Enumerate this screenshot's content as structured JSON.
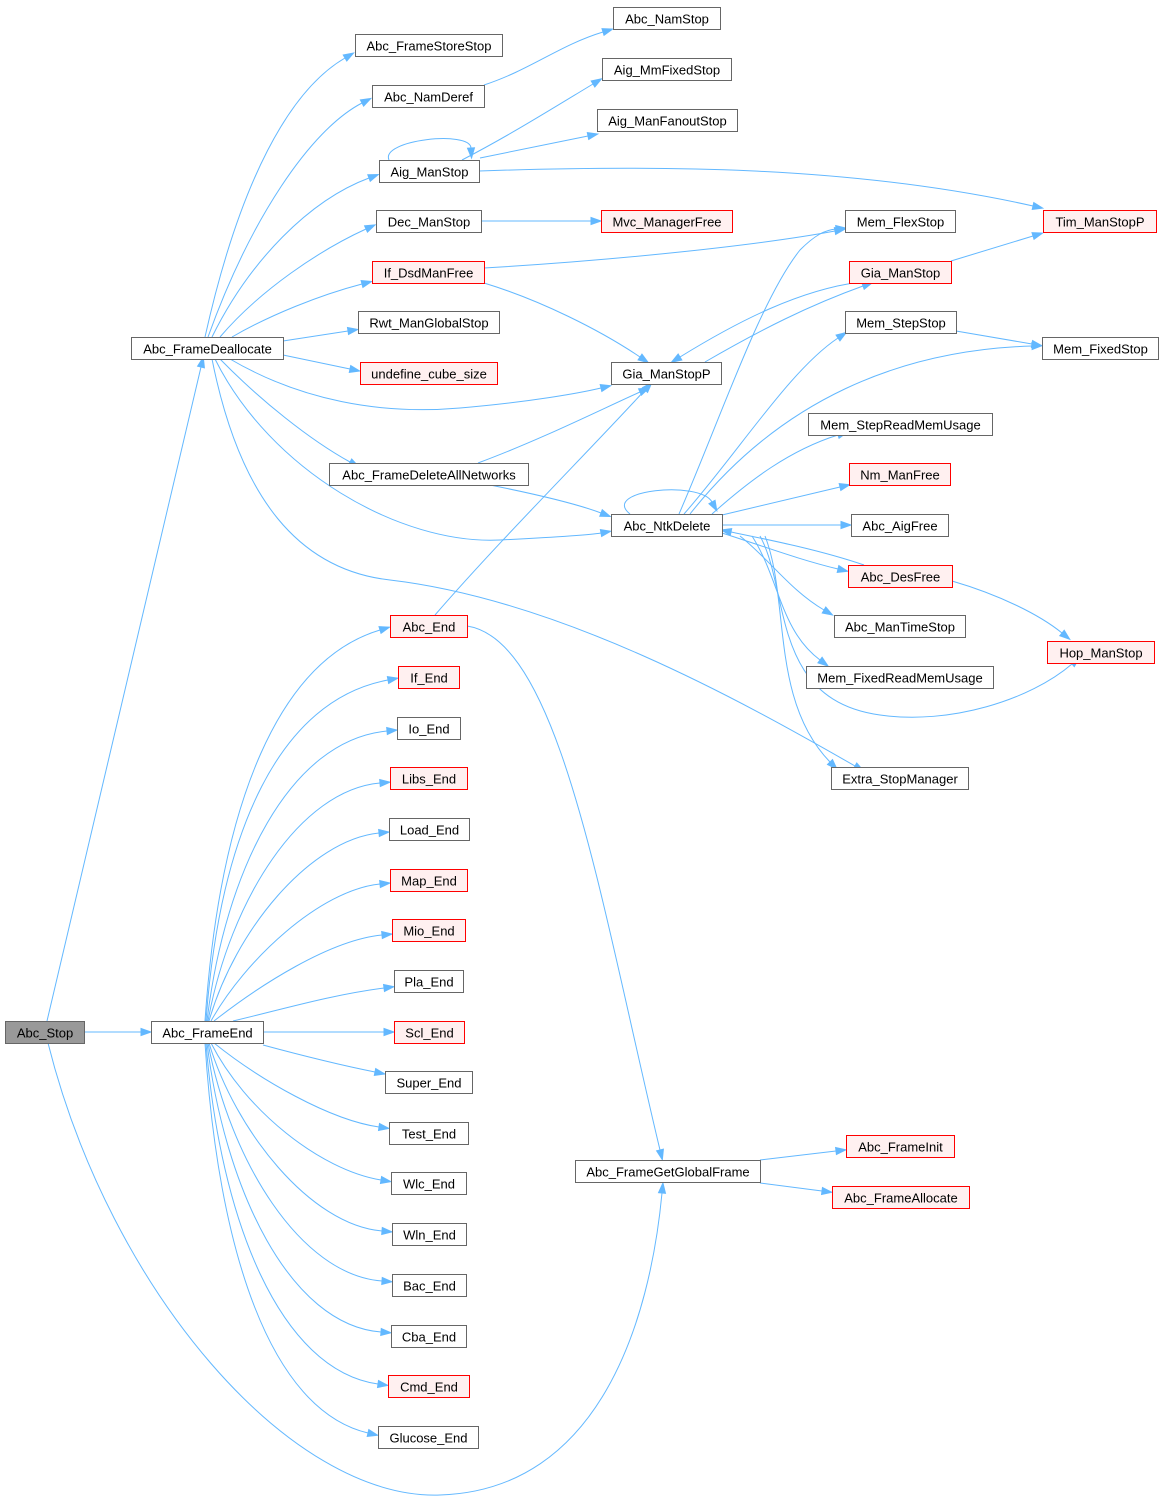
{
  "colors": {
    "edge": "#63b8ff",
    "normal_border": "#666666",
    "normal_fill": "#ffffff",
    "truncated_border": "#ff0000",
    "truncated_fill": "#fff0f0",
    "root_fill": "#999999",
    "root_border": "#666666",
    "text": "#000000"
  },
  "nodes": [
    {
      "id": "abc_stop",
      "label": "Abc_Stop",
      "style": "root"
    },
    {
      "id": "abc_framedeallocate",
      "label": "Abc_FrameDeallocate",
      "style": "normal"
    },
    {
      "id": "abc_frameend",
      "label": "Abc_FrameEnd",
      "style": "normal"
    },
    {
      "id": "abc_framestorestop",
      "label": "Abc_FrameStoreStop",
      "style": "normal"
    },
    {
      "id": "abc_namderef",
      "label": "Abc_NamDeref",
      "style": "normal"
    },
    {
      "id": "aig_manstop",
      "label": "Aig_ManStop",
      "style": "normal"
    },
    {
      "id": "dec_manstop",
      "label": "Dec_ManStop",
      "style": "normal"
    },
    {
      "id": "if_dsdmanfree",
      "label": "If_DsdManFree",
      "style": "truncated"
    },
    {
      "id": "rwt_manglobalstop",
      "label": "Rwt_ManGlobalStop",
      "style": "normal"
    },
    {
      "id": "undefine_cube_size",
      "label": "undefine_cube_size",
      "style": "truncated"
    },
    {
      "id": "abc_framedeleteallnetworks",
      "label": "Abc_FrameDeleteAllNetworks",
      "style": "normal"
    },
    {
      "id": "abc_end",
      "label": "Abc_End",
      "style": "truncated"
    },
    {
      "id": "if_end",
      "label": "If_End",
      "style": "truncated"
    },
    {
      "id": "io_end",
      "label": "Io_End",
      "style": "normal"
    },
    {
      "id": "libs_end",
      "label": "Libs_End",
      "style": "truncated"
    },
    {
      "id": "load_end",
      "label": "Load_End",
      "style": "normal"
    },
    {
      "id": "map_end",
      "label": "Map_End",
      "style": "truncated"
    },
    {
      "id": "mio_end",
      "label": "Mio_End",
      "style": "truncated"
    },
    {
      "id": "pla_end",
      "label": "Pla_End",
      "style": "normal"
    },
    {
      "id": "scl_end",
      "label": "Scl_End",
      "style": "truncated"
    },
    {
      "id": "super_end",
      "label": "Super_End",
      "style": "normal"
    },
    {
      "id": "test_end",
      "label": "Test_End",
      "style": "normal"
    },
    {
      "id": "wlc_end",
      "label": "Wlc_End",
      "style": "normal"
    },
    {
      "id": "wln_end",
      "label": "Wln_End",
      "style": "normal"
    },
    {
      "id": "bac_end",
      "label": "Bac_End",
      "style": "normal"
    },
    {
      "id": "cba_end",
      "label": "Cba_End",
      "style": "normal"
    },
    {
      "id": "cmd_end",
      "label": "Cmd_End",
      "style": "truncated"
    },
    {
      "id": "glucose_end",
      "label": "Glucose_End",
      "style": "normal"
    },
    {
      "id": "abc_namstop",
      "label": "Abc_NamStop",
      "style": "normal"
    },
    {
      "id": "aig_mmfixedstop",
      "label": "Aig_MmFixedStop",
      "style": "normal"
    },
    {
      "id": "aig_manfanoutstop",
      "label": "Aig_ManFanoutStop",
      "style": "normal"
    },
    {
      "id": "mvc_managerfree",
      "label": "Mvc_ManagerFree",
      "style": "truncated"
    },
    {
      "id": "gia_manstopp",
      "label": "Gia_ManStopP",
      "style": "normal"
    },
    {
      "id": "abc_ntkdelete",
      "label": "Abc_NtkDelete",
      "style": "normal"
    },
    {
      "id": "abc_framegetglobalframe",
      "label": "Abc_FrameGetGlobalFrame",
      "style": "normal"
    },
    {
      "id": "mem_flexstop",
      "label": "Mem_FlexStop",
      "style": "normal"
    },
    {
      "id": "gia_manstop",
      "label": "Gia_ManStop",
      "style": "truncated"
    },
    {
      "id": "mem_stepstop",
      "label": "Mem_StepStop",
      "style": "normal"
    },
    {
      "id": "mem_stepreadmemusage",
      "label": "Mem_StepReadMemUsage",
      "style": "normal"
    },
    {
      "id": "nm_manfree",
      "label": "Nm_ManFree",
      "style": "truncated"
    },
    {
      "id": "abc_aigfree",
      "label": "Abc_AigFree",
      "style": "normal"
    },
    {
      "id": "abc_desfree",
      "label": "Abc_DesFree",
      "style": "truncated"
    },
    {
      "id": "abc_mantimestop",
      "label": "Abc_ManTimeStop",
      "style": "normal"
    },
    {
      "id": "mem_fixedreadmemusage",
      "label": "Mem_FixedReadMemUsage",
      "style": "normal"
    },
    {
      "id": "extra_stopmanager",
      "label": "Extra_StopManager",
      "style": "normal"
    },
    {
      "id": "abc_frameinit",
      "label": "Abc_FrameInit",
      "style": "truncated"
    },
    {
      "id": "abc_frameallocate",
      "label": "Abc_FrameAllocate",
      "style": "truncated"
    },
    {
      "id": "tim_manstopp",
      "label": "Tim_ManStopP",
      "style": "truncated"
    },
    {
      "id": "mem_fixedstop",
      "label": "Mem_FixedStop",
      "style": "normal"
    },
    {
      "id": "hop_manstop",
      "label": "Hop_ManStop",
      "style": "truncated"
    }
  ],
  "edges": [
    [
      "abc_stop",
      "abc_framedeallocate"
    ],
    [
      "abc_stop",
      "abc_frameend"
    ],
    [
      "abc_stop",
      "abc_framegetglobalframe"
    ],
    [
      "abc_framedeallocate",
      "abc_framestorestop"
    ],
    [
      "abc_framedeallocate",
      "abc_namderef"
    ],
    [
      "abc_framedeallocate",
      "aig_manstop"
    ],
    [
      "abc_framedeallocate",
      "dec_manstop"
    ],
    [
      "abc_framedeallocate",
      "if_dsdmanfree"
    ],
    [
      "abc_framedeallocate",
      "rwt_manglobalstop"
    ],
    [
      "abc_framedeallocate",
      "undefine_cube_size"
    ],
    [
      "abc_framedeallocate",
      "gia_manstopp"
    ],
    [
      "abc_framedeallocate",
      "abc_framedeleteallnetworks"
    ],
    [
      "abc_framedeallocate",
      "abc_ntkdelete"
    ],
    [
      "abc_framedeallocate",
      "extra_stopmanager"
    ],
    [
      "abc_namderef",
      "abc_namstop"
    ],
    [
      "aig_manstop",
      "aig_manstop"
    ],
    [
      "aig_manstop",
      "aig_mmfixedstop"
    ],
    [
      "aig_manstop",
      "aig_manfanoutstop"
    ],
    [
      "aig_manstop",
      "tim_manstopp"
    ],
    [
      "dec_manstop",
      "mvc_managerfree"
    ],
    [
      "if_dsdmanfree",
      "mem_flexstop"
    ],
    [
      "if_dsdmanfree",
      "gia_manstopp"
    ],
    [
      "abc_framedeleteallnetworks",
      "gia_manstopp"
    ],
    [
      "abc_framedeleteallnetworks",
      "abc_ntkdelete"
    ],
    [
      "gia_manstopp",
      "gia_manstop"
    ],
    [
      "gia_manstop",
      "gia_manstopp"
    ],
    [
      "gia_manstop",
      "tim_manstopp"
    ],
    [
      "abc_ntkdelete",
      "abc_ntkdelete"
    ],
    [
      "abc_ntkdelete",
      "mem_flexstop"
    ],
    [
      "abc_ntkdelete",
      "mem_stepstop"
    ],
    [
      "abc_ntkdelete",
      "mem_fixedstop"
    ],
    [
      "abc_ntkdelete",
      "mem_stepreadmemusage"
    ],
    [
      "abc_ntkdelete",
      "nm_manfree"
    ],
    [
      "abc_ntkdelete",
      "abc_aigfree"
    ],
    [
      "abc_ntkdelete",
      "abc_desfree"
    ],
    [
      "abc_ntkdelete",
      "abc_mantimestop"
    ],
    [
      "abc_ntkdelete",
      "mem_fixedreadmemusage"
    ],
    [
      "abc_ntkdelete",
      "hop_manstop"
    ],
    [
      "abc_ntkdelete",
      "extra_stopmanager"
    ],
    [
      "mem_stepstop",
      "mem_fixedstop"
    ],
    [
      "abc_desfree",
      "abc_ntkdelete"
    ],
    [
      "abc_desfree",
      "hop_manstop"
    ],
    [
      "abc_frameend",
      "abc_end"
    ],
    [
      "abc_frameend",
      "if_end"
    ],
    [
      "abc_frameend",
      "io_end"
    ],
    [
      "abc_frameend",
      "libs_end"
    ],
    [
      "abc_frameend",
      "load_end"
    ],
    [
      "abc_frameend",
      "map_end"
    ],
    [
      "abc_frameend",
      "mio_end"
    ],
    [
      "abc_frameend",
      "pla_end"
    ],
    [
      "abc_frameend",
      "scl_end"
    ],
    [
      "abc_frameend",
      "super_end"
    ],
    [
      "abc_frameend",
      "test_end"
    ],
    [
      "abc_frameend",
      "wlc_end"
    ],
    [
      "abc_frameend",
      "wln_end"
    ],
    [
      "abc_frameend",
      "bac_end"
    ],
    [
      "abc_frameend",
      "cba_end"
    ],
    [
      "abc_frameend",
      "cmd_end"
    ],
    [
      "abc_frameend",
      "glucose_end"
    ],
    [
      "abc_end",
      "gia_manstopp"
    ],
    [
      "abc_end",
      "abc_framegetglobalframe"
    ],
    [
      "abc_framegetglobalframe",
      "abc_frameinit"
    ],
    [
      "abc_framegetglobalframe",
      "abc_frameallocate"
    ]
  ]
}
